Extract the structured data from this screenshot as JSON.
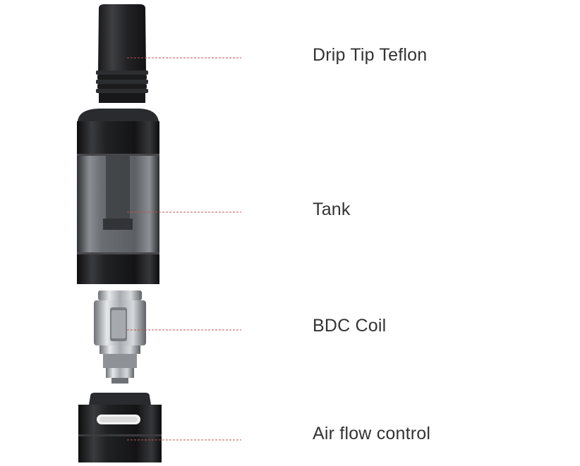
{
  "labels": {
    "drip_tip": "Drip Tip Teflon",
    "tank": "Tank",
    "coil": "BDC Coil",
    "airflow": "Air flow control"
  },
  "colors": {
    "leader_line": "#c0504d",
    "label_text": "#333333",
    "metal_dark": "#1c1c1e",
    "steel": "#b4b8bc",
    "glass": "#6e7276"
  }
}
